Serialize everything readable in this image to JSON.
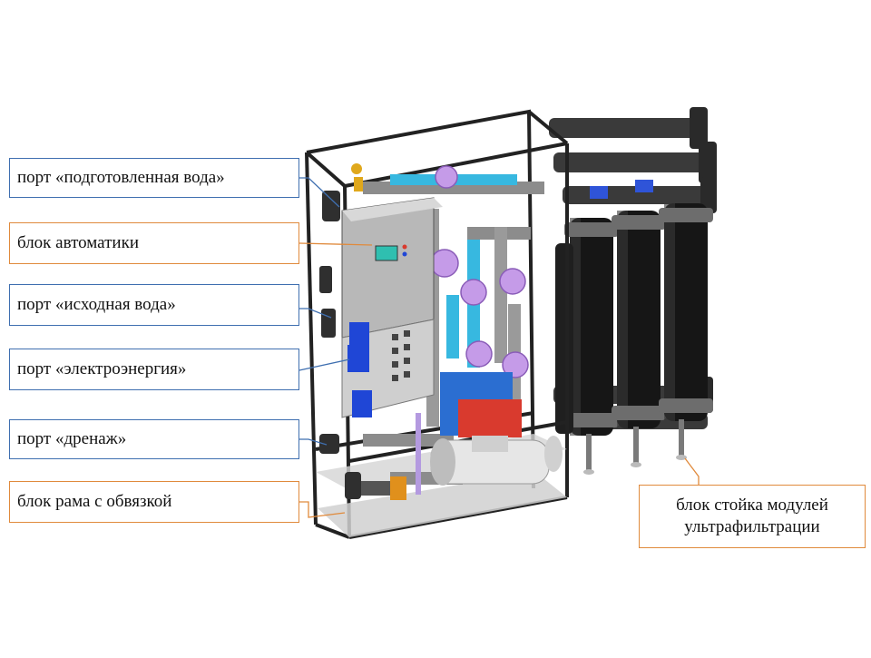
{
  "labels": {
    "port_prepared_water": "порт «подготовленная вода»",
    "automation_block": "блок автоматики",
    "port_source_water": "порт «исходная вода»",
    "port_electricity": "порт «электроэнергия»",
    "port_drainage": "порт «дренаж»",
    "frame_block": "блок рама с обвязкой",
    "uf_rack_line1": "блок стойка модулей",
    "uf_rack_line2": "ультрафильтрации"
  },
  "colors": {
    "port_border": "#3f6fb0",
    "block_border": "#e08a3c",
    "filter_body": "#1c1c1c",
    "valve": "#c59be8",
    "pipe_cyan": "#37b8e0",
    "pipe_gray": "#8c8c8c",
    "panel": "#bdbdbd",
    "screen": "#2fbfb0",
    "terminal_blue": "#1f46d6",
    "pump_red": "#d93a2e",
    "pump_blue": "#2b6ed1",
    "frame": "#2a2a2a"
  }
}
